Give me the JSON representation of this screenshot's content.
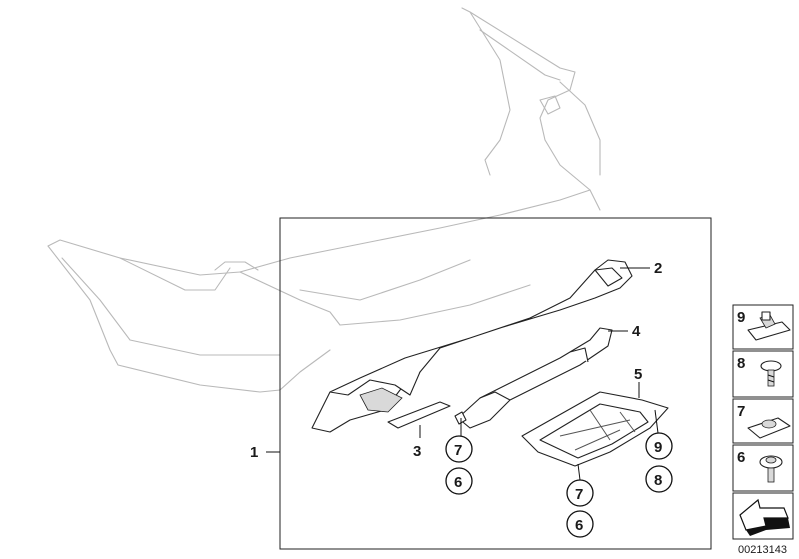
{
  "diagram": {
    "frame_label": "1",
    "labels": {
      "part2": "2",
      "part3": "3",
      "part4": "4",
      "part5": "5"
    },
    "circled": [
      {
        "key": "c7a",
        "text": "7"
      },
      {
        "key": "c6a",
        "text": "6"
      },
      {
        "key": "c9a",
        "text": "9"
      },
      {
        "key": "c8a",
        "text": "8"
      },
      {
        "key": "c7b",
        "text": "7"
      },
      {
        "key": "c6b",
        "text": "6"
      }
    ],
    "sidebar": [
      {
        "text": "9",
        "icon": "clip-nut-icon"
      },
      {
        "text": "8",
        "icon": "screw-icon"
      },
      {
        "text": "7",
        "icon": "plate-nut-icon"
      },
      {
        "text": "6",
        "icon": "collar-screw-icon"
      },
      {
        "text": "",
        "icon": "direction-arrow-icon"
      }
    ],
    "drawing_number": "00213143"
  }
}
